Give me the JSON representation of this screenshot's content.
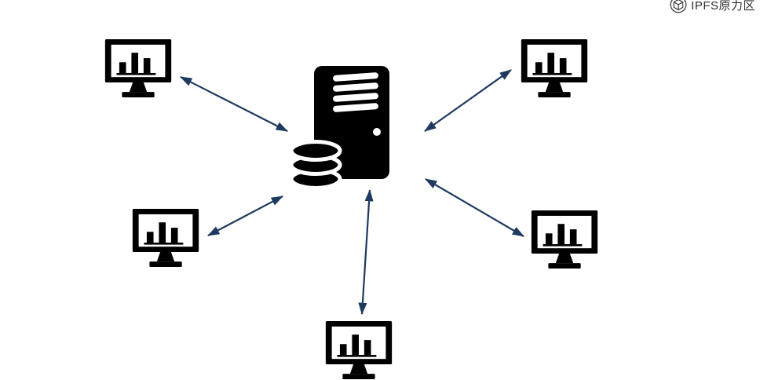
{
  "logo": {
    "text": "IPFS原力区"
  },
  "colors": {
    "background": "#ffffff",
    "icon": "#000000",
    "arrow": "#1e3a5f",
    "logo-text": "#2e2e2e"
  },
  "diagram": {
    "center_node": {
      "id": "server",
      "kind": "server-with-database"
    },
    "client_nodes": [
      {
        "id": "client-top-left",
        "kind": "workstation-monitor"
      },
      {
        "id": "client-top-right",
        "kind": "workstation-monitor"
      },
      {
        "id": "client-mid-left",
        "kind": "workstation-monitor"
      },
      {
        "id": "client-mid-right",
        "kind": "workstation-monitor"
      },
      {
        "id": "client-bottom-center",
        "kind": "workstation-monitor"
      }
    ],
    "connections": [
      {
        "from": "server",
        "to": "client-top-left",
        "bidirectional": true
      },
      {
        "from": "server",
        "to": "client-top-right",
        "bidirectional": true
      },
      {
        "from": "server",
        "to": "client-mid-left",
        "bidirectional": true
      },
      {
        "from": "server",
        "to": "client-mid-right",
        "bidirectional": true
      },
      {
        "from": "server",
        "to": "client-bottom-center",
        "bidirectional": true
      }
    ]
  }
}
